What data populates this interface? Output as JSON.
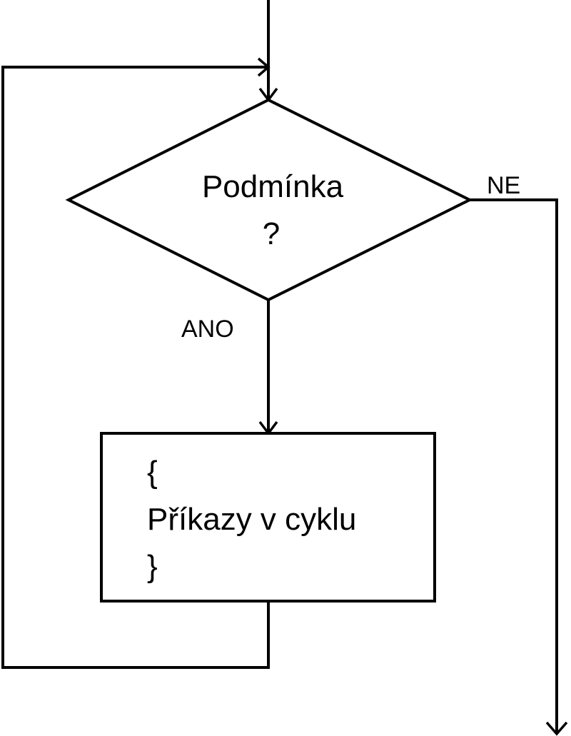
{
  "diagram": {
    "decision": {
      "line1": "Podmínka",
      "line2": "?"
    },
    "branch_yes": "ANO",
    "branch_no": "NE",
    "process": {
      "open_brace": "{",
      "body": "Příkazy v cyklu",
      "close_brace": "}"
    },
    "colors": {
      "stroke": "#000000",
      "background": "#ffffff"
    }
  }
}
